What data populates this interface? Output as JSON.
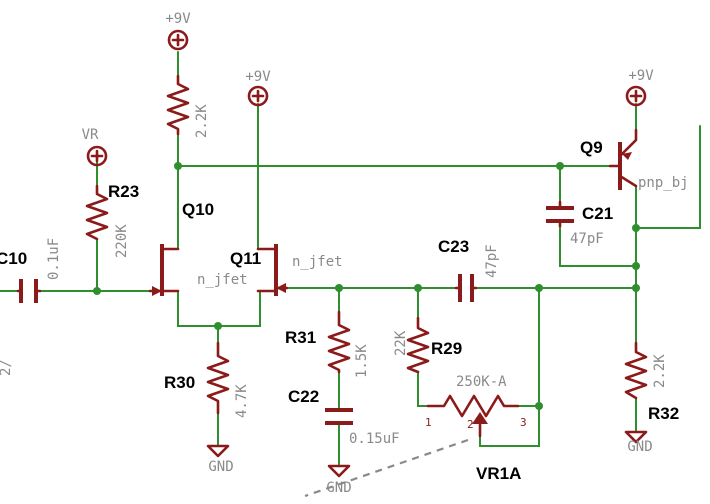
{
  "diagram": {
    "supplies": {
      "r27_supply": "+9V",
      "q11_supply": "+9V",
      "q9_supply": "+9V",
      "vr_supply": "VR"
    },
    "grounds": {
      "r30_gnd": "GND",
      "c22_gnd": "GND",
      "r32_gnd": "GND"
    },
    "components": {
      "c10": {
        "name": "C10",
        "value": "0.1uF"
      },
      "r23": {
        "name": "R23",
        "value": "220K"
      },
      "q10": {
        "name": "Q10",
        "type": "n_jfet"
      },
      "r27": {
        "value": "2.2K"
      },
      "q11": {
        "name": "Q11",
        "type": "n_jfet"
      },
      "r30": {
        "name": "R30",
        "value": "4.7K"
      },
      "r31": {
        "name": "R31",
        "value": "1.5K"
      },
      "c22": {
        "name": "C22",
        "value": "0.15uF"
      },
      "c23": {
        "name": "C23",
        "value": "47pF"
      },
      "r29": {
        "name": "R29",
        "value": "22K"
      },
      "vr1a": {
        "name": "VR1A",
        "value": "250K-A",
        "pin1": "1",
        "pin2": "2",
        "pin3": "3"
      },
      "q9": {
        "name": "Q9",
        "type": "pnp_bj"
      },
      "c21": {
        "name": "C21",
        "value": "47pF"
      },
      "r32": {
        "name": "R32",
        "value": "2.2K"
      }
    },
    "edge_fragment": "2/"
  }
}
